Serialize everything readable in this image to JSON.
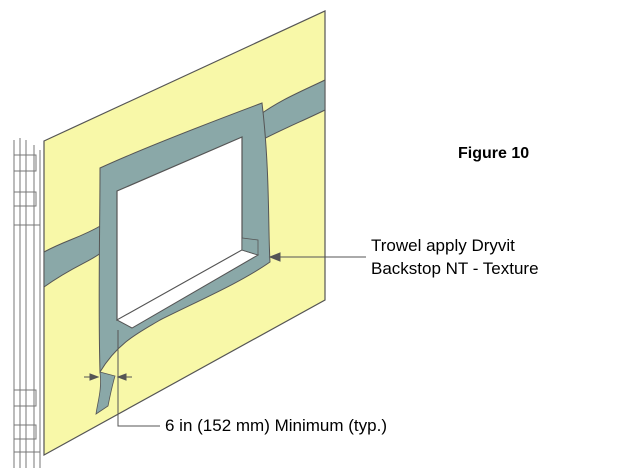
{
  "figure": {
    "title": "Figure 10"
  },
  "callouts": {
    "trowel_line1": "Trowel apply Dryvit",
    "trowel_line2": "Backstop NT - Texture"
  },
  "dimension": {
    "label": "6 in (152 mm) Minimum (typ.)"
  },
  "colors": {
    "panel": "#f8f8a8",
    "coating": "#8aa8a8",
    "outline": "#555555",
    "opening": "#ffffff"
  }
}
